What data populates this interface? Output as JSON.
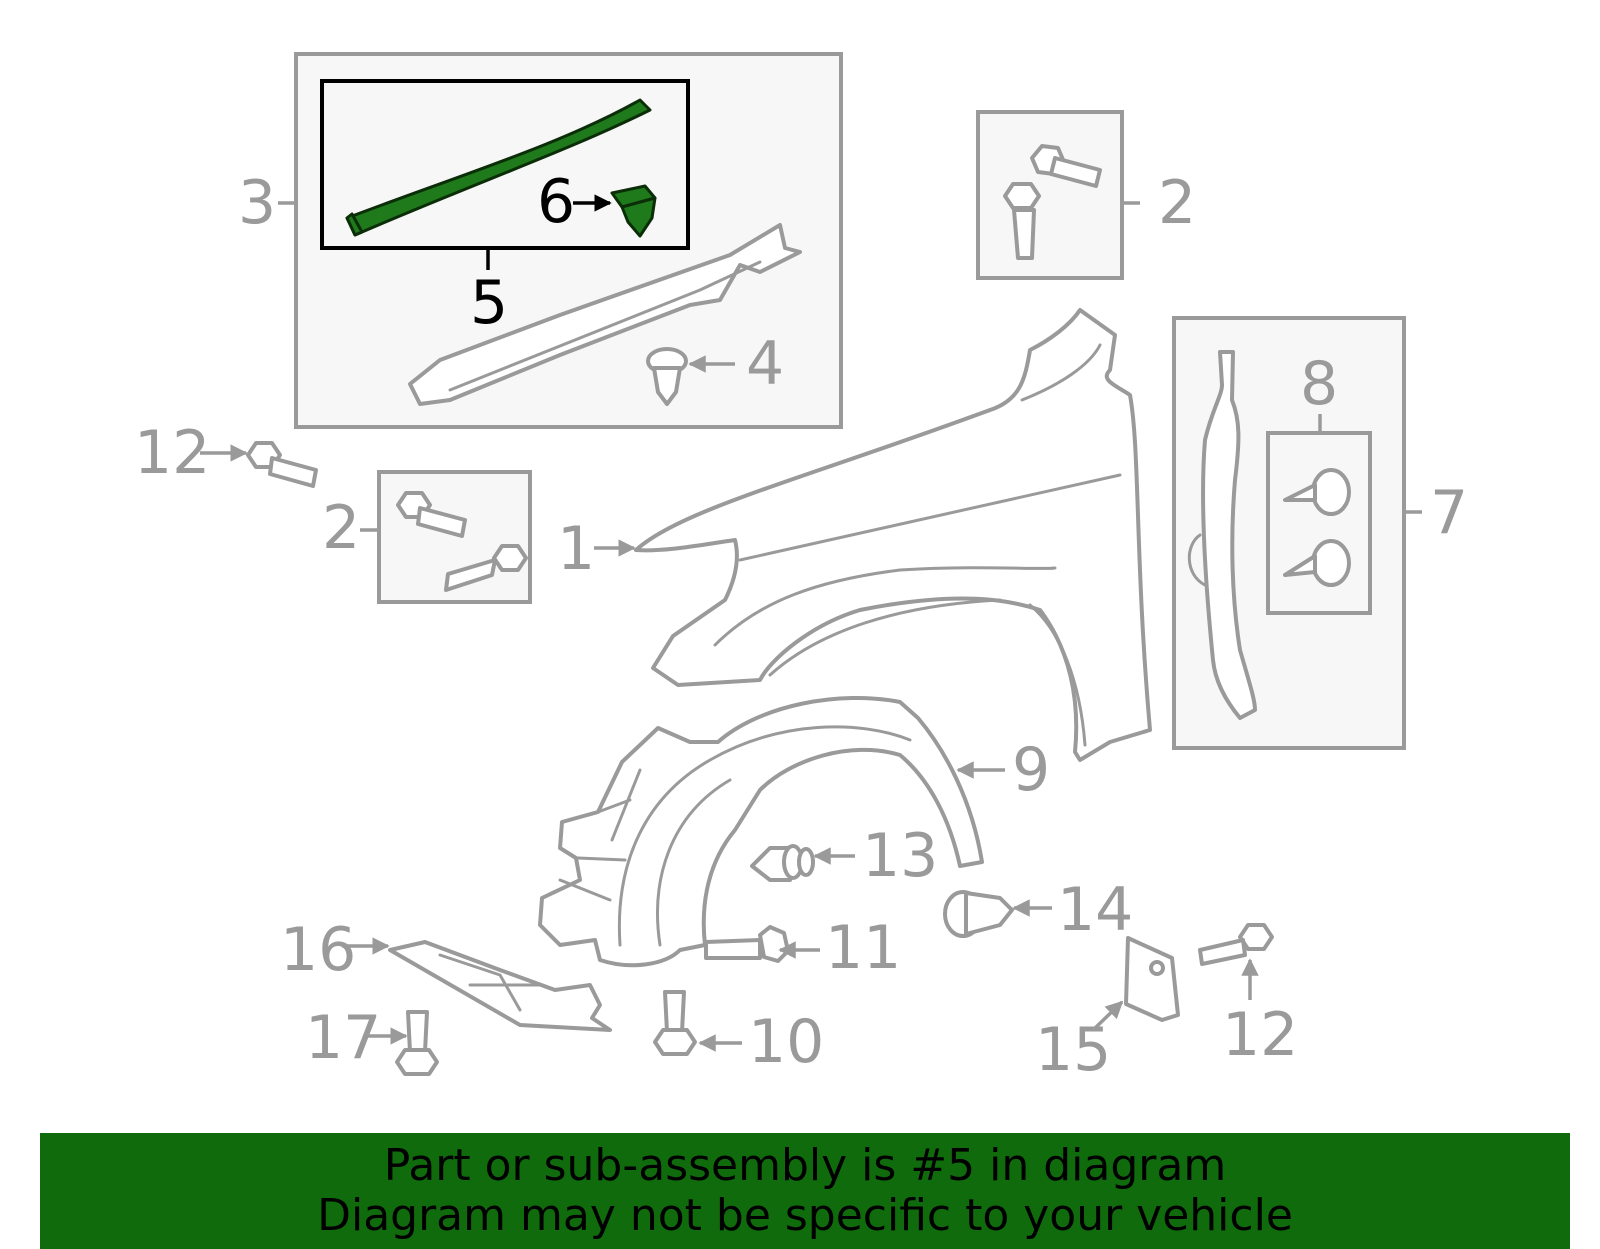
{
  "callouts": {
    "c1": "1",
    "c2a": "2",
    "c2b": "2",
    "c3": "3",
    "c4": "4",
    "c5": "5",
    "c6": "6",
    "c7": "7",
    "c8": "8",
    "c9": "9",
    "c10": "10",
    "c11": "11",
    "c12a": "12",
    "c12b": "12",
    "c13": "13",
    "c14": "14",
    "c15": "15",
    "c16": "16",
    "c17": "17"
  },
  "highlight": {
    "part_number": "5",
    "color": "#1e7a1a"
  },
  "banner": {
    "line1": "Part or sub-assembly is #5 in diagram",
    "line2": "Diagram may not be specific to your vehicle",
    "background": "#106b0c"
  }
}
